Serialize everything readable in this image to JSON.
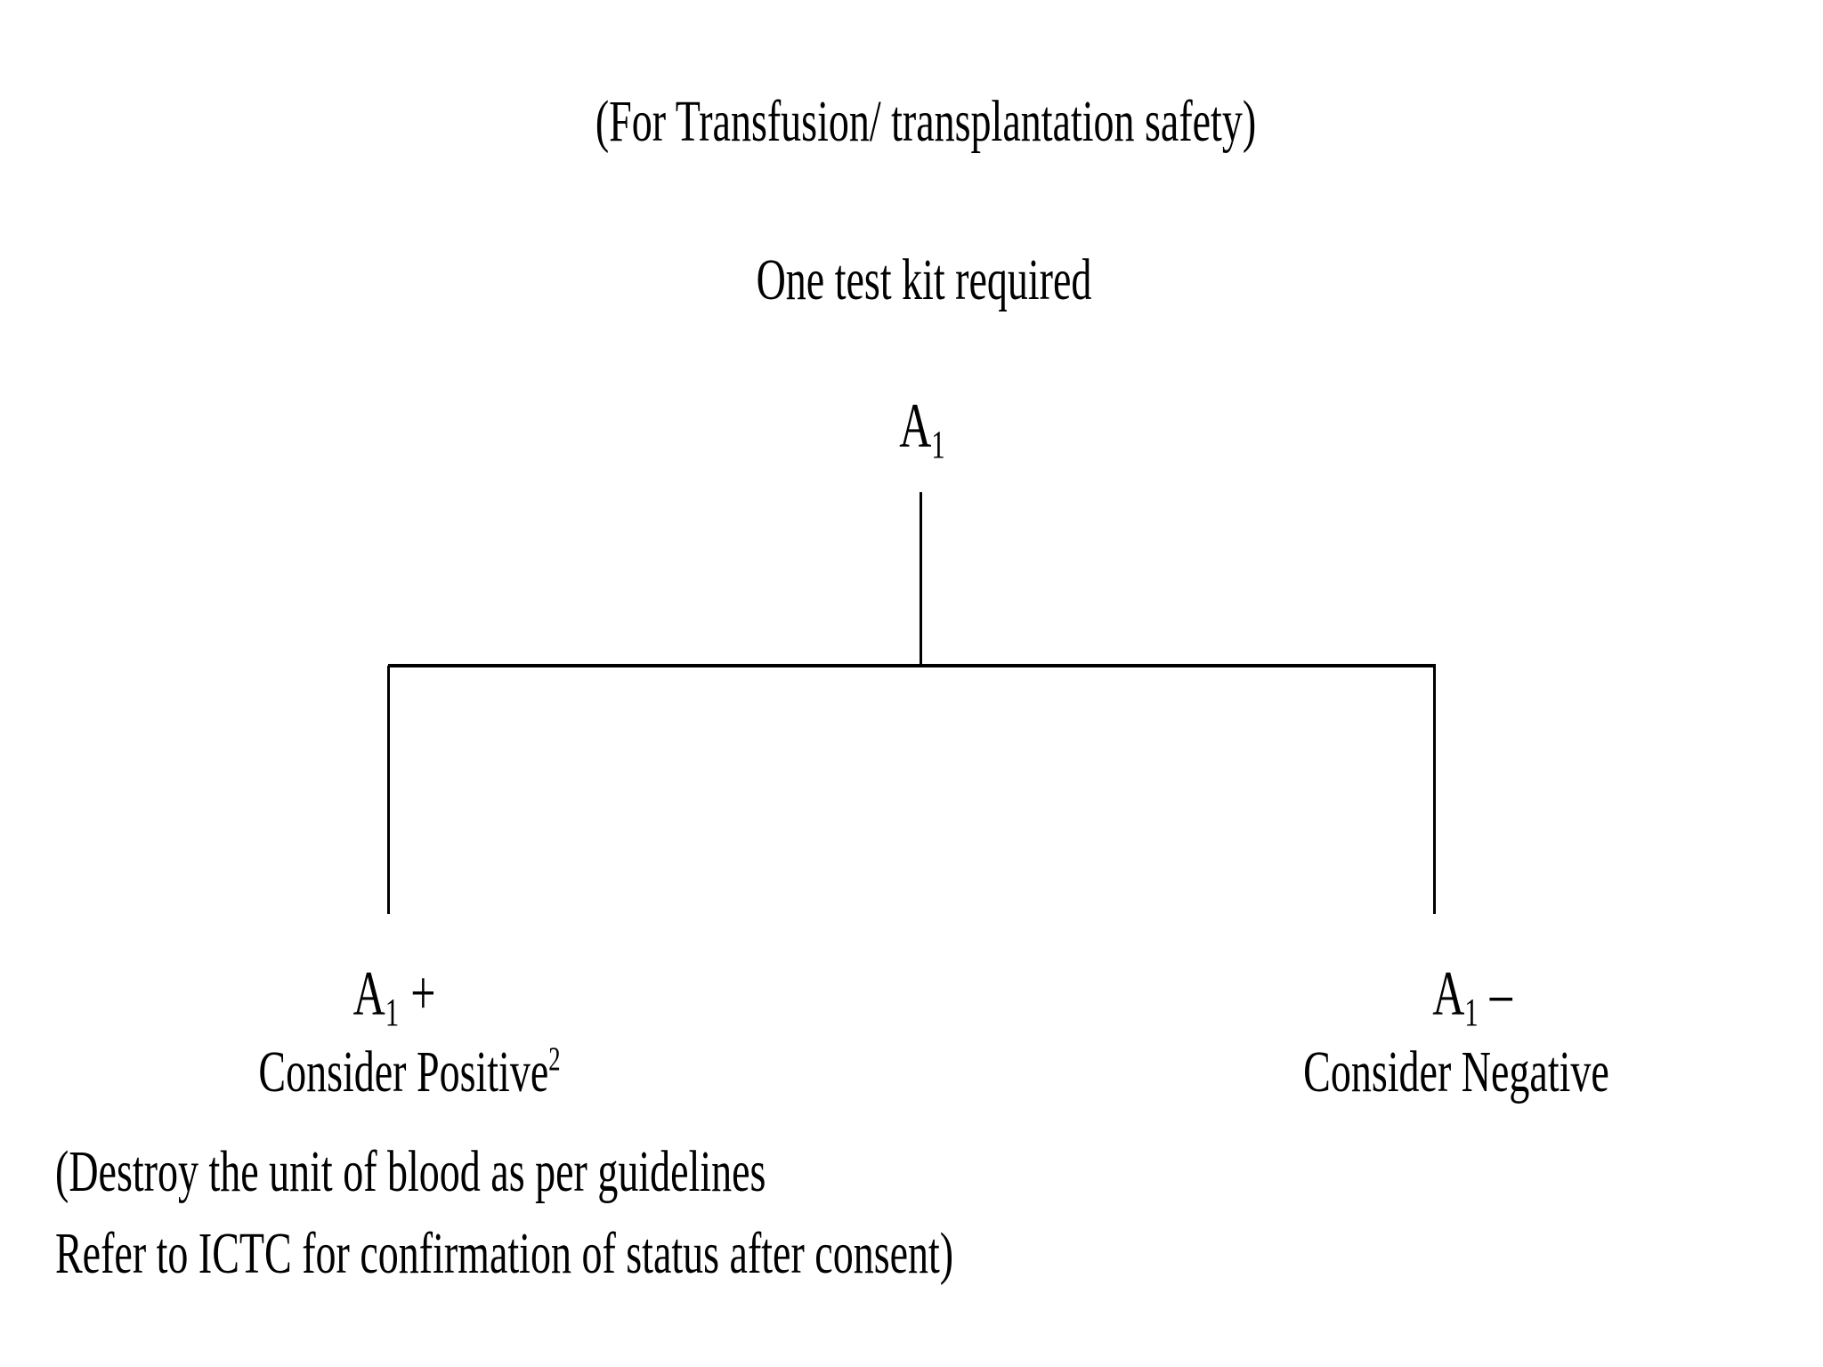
{
  "page": {
    "background_color": "#ffffff",
    "text_color": "#000000"
  },
  "header": {
    "title": "(For Transfusion/ transplantation safety)",
    "subtitle": "One test kit required"
  },
  "tree": {
    "root": {
      "label_base": "A",
      "label_sub": "1"
    },
    "left_branch": {
      "node_base": "A",
      "node_sub": "1",
      "node_sign": "+",
      "outcome": "Consider Positive",
      "outcome_superscript": "2",
      "note_line1": "(Destroy the unit of blood as per guidelines",
      "note_line2": "Refer to ICTC for confirmation of status after consent)"
    },
    "right_branch": {
      "node_base": "A",
      "node_sub": "1",
      "node_sign": "–",
      "outcome": "Consider Negative"
    }
  }
}
